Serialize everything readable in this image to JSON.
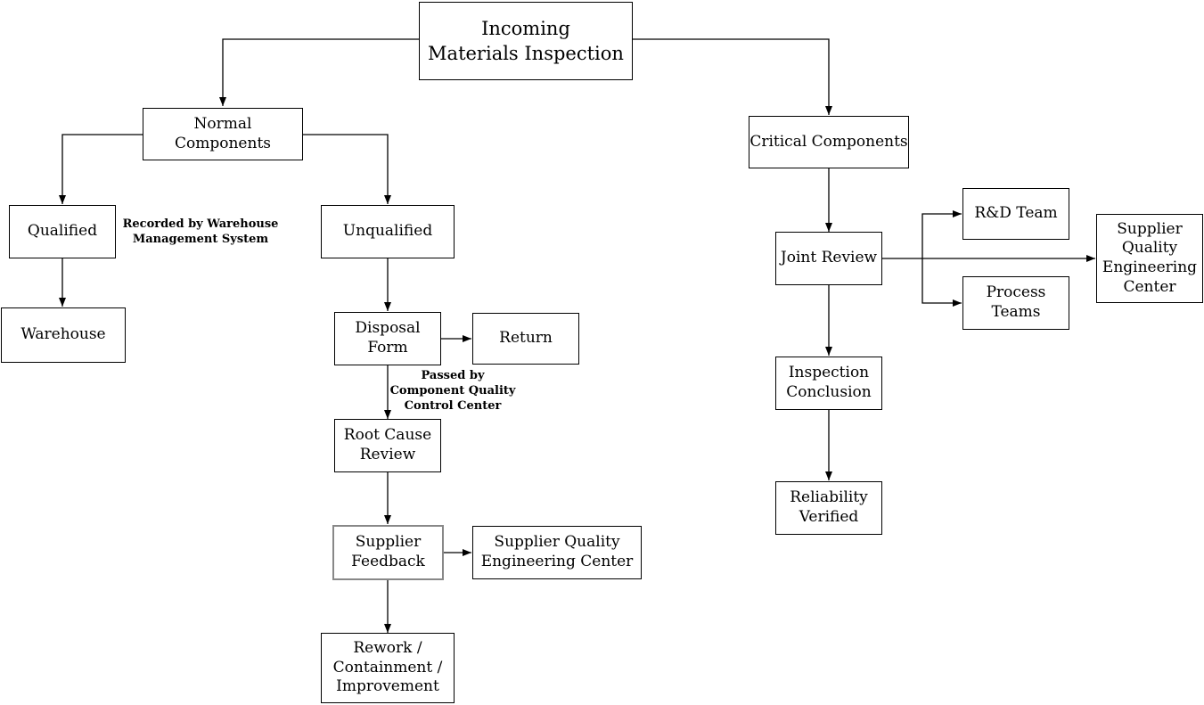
{
  "diagram": {
    "type": "flowchart",
    "colors": {
      "background": "#ffffff",
      "line": "#000000",
      "box_border": "#000000",
      "highlight_border": "#888888",
      "text": "#000000"
    },
    "nodes": {
      "incoming": "Incoming\nMaterials Inspection",
      "normal": "Normal Components",
      "critical": "Critical Components",
      "qualified": "Qualified",
      "warehouse": "Warehouse",
      "unqualified": "Unqualified",
      "disposal": "Disposal\nForm",
      "return": "Return",
      "root_cause": "Root Cause\nReview",
      "supplier_feedback": "Supplier\nFeedback",
      "sqec_mid": "Supplier Quality\nEngineering Center",
      "rework": "Rework /\nContainment /\nImprovement",
      "joint_review": "Joint Review",
      "rnd_team": "R&D Team",
      "process_teams": "Process\nTeams",
      "sqec_right": "Supplier\nQuality\nEngineering\nCenter",
      "inspection": "Inspection\nConclusion",
      "reliability": "Reliability\nVerified"
    },
    "annotations": {
      "recorded_by": "Recorded by Warehouse\nManagement System",
      "passed_by": "Passed by\nComponent Quality\nControl Center"
    },
    "edges": [
      {
        "from": "incoming",
        "to": "normal"
      },
      {
        "from": "incoming",
        "to": "critical"
      },
      {
        "from": "normal",
        "to": "qualified"
      },
      {
        "from": "normal",
        "to": "unqualified"
      },
      {
        "from": "qualified",
        "to": "warehouse"
      },
      {
        "from": "unqualified",
        "to": "disposal"
      },
      {
        "from": "disposal",
        "to": "return"
      },
      {
        "from": "disposal",
        "to": "root_cause"
      },
      {
        "from": "root_cause",
        "to": "supplier_feedback"
      },
      {
        "from": "supplier_feedback",
        "to": "sqec_mid"
      },
      {
        "from": "supplier_feedback",
        "to": "rework"
      },
      {
        "from": "critical",
        "to": "joint_review"
      },
      {
        "from": "joint_review",
        "to": "rnd_team"
      },
      {
        "from": "joint_review",
        "to": "process_teams"
      },
      {
        "from": "joint_review",
        "to": "sqec_right"
      },
      {
        "from": "joint_review",
        "to": "inspection"
      },
      {
        "from": "inspection",
        "to": "reliability"
      }
    ]
  }
}
